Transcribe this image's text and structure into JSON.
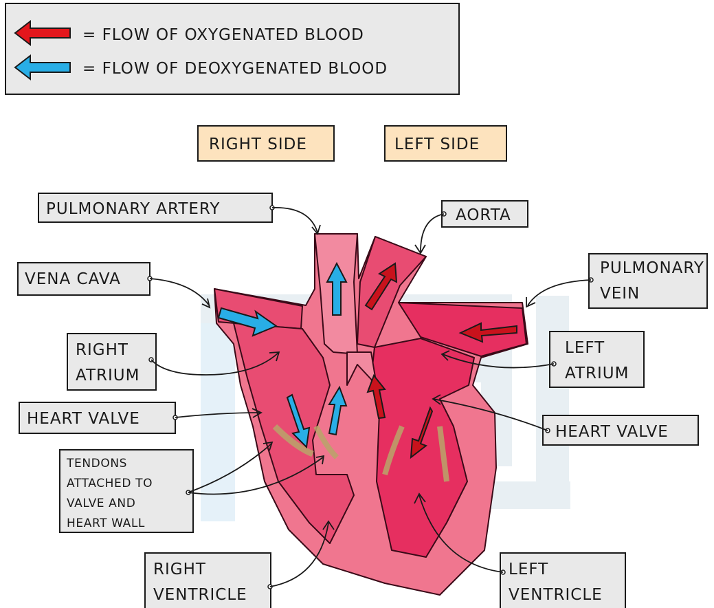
{
  "key": {
    "oxygenated": "= FLOW  OF  OXYGENATED   BLOOD",
    "deoxygenated": "= FLOW  OF  DEOXYGENATED   BLOOD",
    "oxygenated_color": "#e3161c",
    "deoxygenated_color": "#29aee6"
  },
  "sides": {
    "right": "RIGHT  SIDE",
    "left": "LEFT  SIDE"
  },
  "labels": {
    "pulmonary_artery": "PULMONARY  ARTERY",
    "aorta": "AORTA",
    "vena_cava": "VENA  CAVA",
    "pulmonary_vein_1": "PULMONARY",
    "pulmonary_vein_2": "VEIN",
    "right_atrium_1": "RIGHT",
    "right_atrium_2": "ATRIUM",
    "left_atrium_1": "LEFT",
    "left_atrium_2": "ATRIUM",
    "heart_valve_left": "HEART  VALVE",
    "heart_valve_right": "HEART  VALVE",
    "tendons_1": "TENDONS",
    "tendons_2": "ATTACHED  TO",
    "tendons_3": "VALVE  AND",
    "tendons_4": "HEART  WALL",
    "right_ventricle_1": "RIGHT",
    "right_ventricle_2": "VENTRICLE",
    "left_ventricle_1": "LEFT",
    "left_ventricle_2": "VENTRICLE"
  },
  "colors": {
    "heart_outer": "#f0768f",
    "heart_inner": "#e84c72",
    "chamber_left": "#e62f60",
    "tendon": "#b8a46a",
    "watermark": "#cfe6f4"
  }
}
